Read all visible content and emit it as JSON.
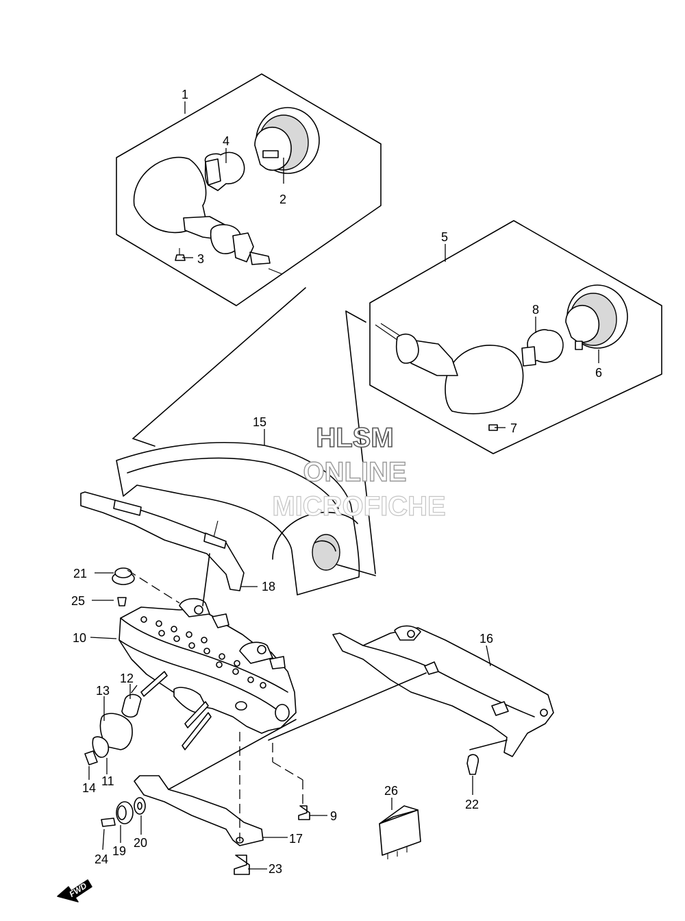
{
  "callouts": {
    "c1": "1",
    "c2": "2",
    "c3": "3",
    "c4": "4",
    "c5": "5",
    "c6": "6",
    "c7": "7",
    "c8": "8",
    "c9": "9",
    "c10": "10",
    "c11": "11",
    "c12": "12",
    "c13": "13",
    "c14": "14",
    "c15": "15",
    "c16": "16",
    "c17": "17",
    "c18": "18",
    "c19": "19",
    "c20": "20",
    "c21": "21",
    "c22": "22",
    "c23": "23",
    "c24": "24",
    "c25": "25",
    "c26": "26"
  },
  "watermark": {
    "line1": "HLSM",
    "line2": "ONLINE",
    "line3": "MICROFICHE"
  },
  "direction_label": "FWD"
}
